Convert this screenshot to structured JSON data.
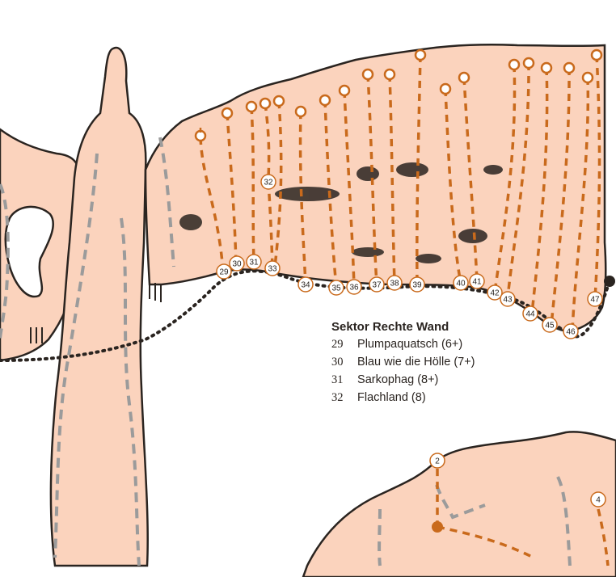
{
  "legend": {
    "title": "Sektor Rechte Wand",
    "routes": [
      {
        "number": "29",
        "name": "Plumpaquatsch (6+)"
      },
      {
        "number": "30",
        "name": "Blau wie die Hölle (7+)"
      },
      {
        "number": "31",
        "name": "Sarkophag (8+)"
      },
      {
        "number": "32",
        "name": "Flachland (8)"
      }
    ]
  },
  "route_labels": [
    "29",
    "30",
    "31",
    "32",
    "33",
    "34",
    "35",
    "36",
    "37",
    "38",
    "39",
    "40",
    "41",
    "42",
    "43",
    "44",
    "45",
    "46",
    "47",
    "2",
    "4"
  ],
  "colors": {
    "rock_fill": "#fbd3bd",
    "rock_outline": "#2a2420",
    "route_line": "#c96a1c",
    "grey_route": "#9b9b9b",
    "label_bg": "#ffffff"
  }
}
